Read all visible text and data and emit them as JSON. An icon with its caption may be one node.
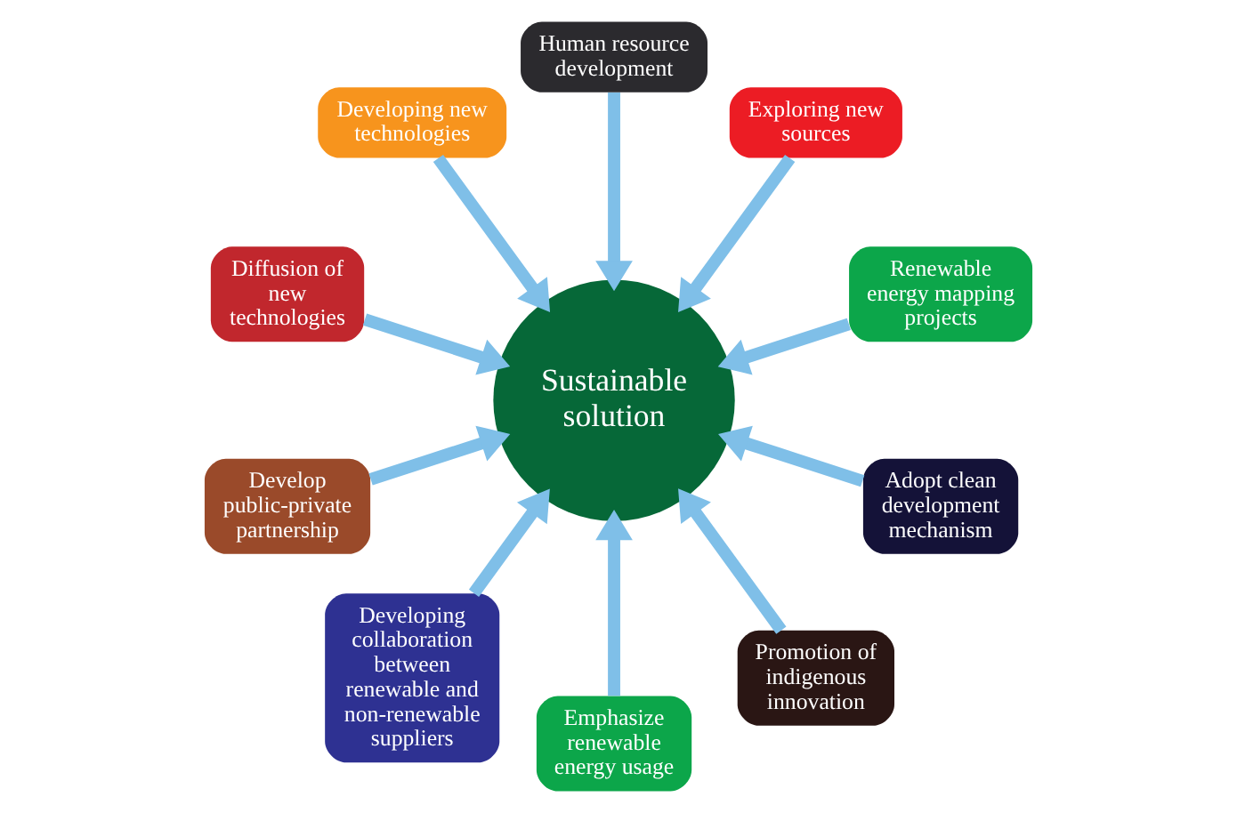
{
  "diagram": {
    "nodes": [
      {
        "text": [
          "Renewable energy mapping projects"
        ]
      },
      {
        "text": [
          "Exploring new sources"
        ]
      },
      {
        "text": [
          "Human resource development"
        ]
      },
      {
        "text": [
          "Developing new technologies"
        ]
      },
      {
        "text": [
          "Diffusion of new technologies"
        ]
      },
      {
        "text": [
          "Develop public-private partnership"
        ]
      },
      {
        "text": [
          "Developing collaboration between renewable and non-renewable suppliers"
        ]
      },
      {
        "text": [
          "Emphasize renewable energy usage"
        ]
      },
      {
        "text": [
          "Promotion of indigenous innovation"
        ]
      },
      {
        "text": [
          "Adopt clean development mechanism"
        ]
      },
      {
        "text": [
          "Sustainable solution"
        ]
      }
    ],
    "edges": [
      {
        "from": 0,
        "to": 10,
        "arrow": "to"
      },
      {
        "from": 1,
        "to": 10,
        "arrow": "to"
      },
      {
        "from": 2,
        "to": 10,
        "arrow": "to"
      },
      {
        "from": 3,
        "to": 10,
        "arrow": "to"
      },
      {
        "from": 4,
        "to": 10,
        "arrow": "to"
      },
      {
        "from": 5,
        "to": 10,
        "arrow": "to"
      },
      {
        "from": 6,
        "to": 10,
        "arrow": "to"
      },
      {
        "from": 7,
        "to": 10,
        "arrow": "to"
      },
      {
        "from": 8,
        "to": 10,
        "arrow": "to"
      },
      {
        "from": 9,
        "to": 10,
        "arrow": "to"
      }
    ]
  }
}
